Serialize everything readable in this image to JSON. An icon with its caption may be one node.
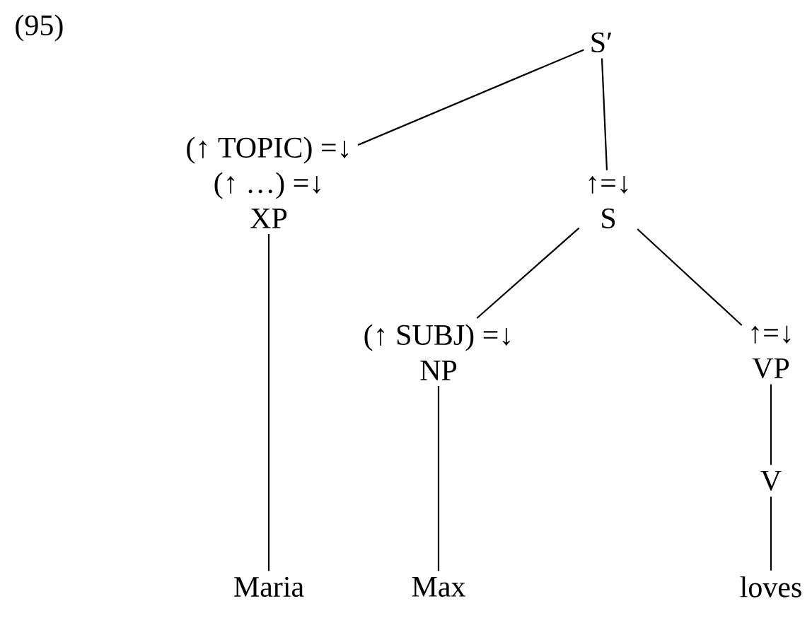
{
  "diagram": {
    "nodes": [
      {
        "text": [
          "S′"
        ]
      },
      {
        "text": [
          "(↑ TOPIC) =↓",
          "(↑ …) =↓",
          "XP"
        ]
      },
      {
        "text": [
          "↑=↓",
          "S"
        ]
      },
      {
        "text": [
          "(↑ SUBJ) =↓",
          "NP"
        ]
      },
      {
        "text": [
          "↑=↓",
          "VP"
        ]
      },
      {
        "text": [
          "V"
        ]
      },
      {
        "text": [
          "Maria"
        ]
      },
      {
        "text": [
          "Max"
        ]
      },
      {
        "text": [
          "loves"
        ]
      }
    ],
    "edges": [
      {
        "from": 0,
        "to": 1,
        "arrow": "none"
      },
      {
        "from": 0,
        "to": 2,
        "arrow": "none"
      },
      {
        "from": 2,
        "to": 3,
        "arrow": "none"
      },
      {
        "from": 2,
        "to": 4,
        "arrow": "none"
      },
      {
        "from": 1,
        "to": 6,
        "arrow": "none"
      },
      {
        "from": 3,
        "to": 7,
        "arrow": "none"
      },
      {
        "from": 4,
        "to": 5,
        "arrow": "none"
      },
      {
        "from": 5,
        "to": 8,
        "arrow": "none"
      }
    ],
    "labels": [
      "(95)"
    ]
  }
}
